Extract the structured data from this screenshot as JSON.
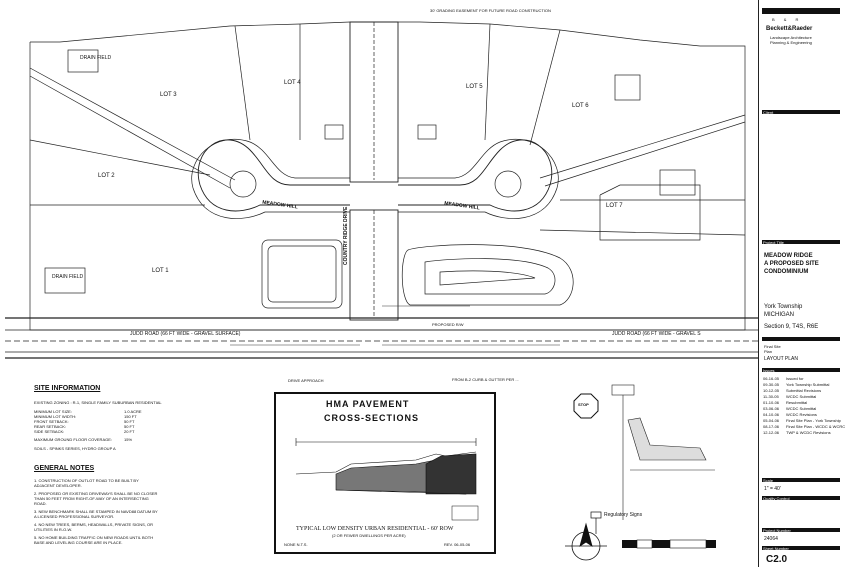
{
  "firm": {
    "name": "Beckett&Raeder",
    "tagline": [
      "Landscape Architecture",
      "Planning & Engineering"
    ],
    "logo_letters": "B & R"
  },
  "project": {
    "title_label": "Project Title",
    "title_lines": [
      "MEADOW RIDGE",
      "A PROPOSED SITE",
      "CONDOMINIUM"
    ],
    "location_lines": [
      "York Township",
      "MICHIGAN"
    ],
    "section": "Section 9, T4S, R6E",
    "sheet_desc": [
      "Final Site",
      "Plan",
      "LAYOUT PLAN"
    ],
    "scale": "1\" = 40'",
    "job_number": "24064",
    "sheet_number": "C2.0",
    "client_label": "Client",
    "issues_label": "Issues",
    "scale_label": "Scale",
    "sheet_label": "Sheet Number",
    "job_label": "Project Number",
    "quality_label": "Quality Control"
  },
  "issues": [
    {
      "date": "06-16-05",
      "desc": "Issued for"
    },
    {
      "date": "09-30-05",
      "desc": "York Township Submittal"
    },
    {
      "date": "10-12-05",
      "desc": "Submittal Revisions"
    },
    {
      "date": "11-30-05",
      "desc": "WCDC Submittal"
    },
    {
      "date": "01-10-06",
      "desc": "Resubmittal"
    },
    {
      "date": "03-06-06",
      "desc": "WCDC Submittal"
    },
    {
      "date": "04-10-06",
      "desc": "WCDC Revisions"
    },
    {
      "date": "05-04-06",
      "desc": "Final Site Plan - York Township"
    },
    {
      "date": "08-17-06",
      "desc": "Final Site Plan - WCDC & WCRC"
    },
    {
      "date": "12-12-06",
      "desc": "TWP & WCDC Revisions"
    }
  ],
  "lots": [
    "LOT 1",
    "LOT 2",
    "LOT 3",
    "LOT 4",
    "LOT 5",
    "LOT 6",
    "LOT 7"
  ],
  "labels": {
    "meadow_hill_left": "MEADOW HILL",
    "meadow_hill_right": "MEADOW HILL",
    "country_ridge": "COUNTRY RIDGE DRIVE",
    "judd_road_left": "JUDD ROAD (66 FT WIDE - GRAVEL SURFACE)",
    "judd_road_right": "JUDD ROAD (66 FT WIDE - GRAVEL S",
    "proposed_row": "PROPOSED R/W",
    "drive_approach": "DRIVE APPROACH",
    "stop": "STOP",
    "regulatory_signs": "Regulatory Signs",
    "easement_note": "30' GRADING EASEMENT FOR FUTURE ROAD CONSTRUCTION",
    "drain_field": "DRAIN FIELD"
  },
  "site_info": {
    "heading": "SITE INFORMATION",
    "zoning": "EXISTING ZONING : R-1, SINGLE FAMILY SUBURBAN RESIDENTIAL",
    "rows": [
      {
        "k": "MINIMUM LOT SIZE:",
        "v": "1.0 ACRE"
      },
      {
        "k": "MINIMUM LOT WIDTH:",
        "v": "150 FT"
      },
      {
        "k": "FRONT SETBACK:",
        "v": "50 FT"
      },
      {
        "k": "REAR SETBACK:",
        "v": "50 FT"
      },
      {
        "k": "SIDE SETBACK:",
        "v": "20 FT"
      }
    ],
    "coverage": {
      "k": "MAXIMUM GROUND FLOOR COVERAGE:",
      "v": "15%"
    },
    "soils": "SOILS - SPINKS SERIES, HYDRO GROUP A"
  },
  "general_notes": {
    "heading": "GENERAL NOTES",
    "notes": [
      "1. CONSTRUCTION OF OUTLOT ROAD TO BE BUILT BY",
      "   ADJACENT DEVELOPER.",
      "2. PROPOSED OR EXISTING DRIVEWAYS SHALL BE NO CLOSER",
      "   THAN 50 FEET FROM RIGHT-OF-WAY OF AN INTERSECTING",
      "   ROAD.",
      "3. NEW BENCHMARK SHALL BE STAMPED IN NAVD88 DATUM BY",
      "   A LICENSED PROFESSIONAL SURVEYOR.",
      "4. NO NEW TREES, BERMS, HEADWALLS, PRIVATE SIGNS, OR",
      "   UTILITIES IN R-O-W.",
      "5. NO HOME BUILDING TRAFFIC ON NEW ROADS UNTIL BOTH",
      "   BASE AND LEVELING COURSE ARE IN PLACE."
    ]
  },
  "detail": {
    "title_line1": "HMA PAVEMENT",
    "title_line2": "CROSS-SECTIONS",
    "caption": "TYPICAL LOW DENSITY URBAN RESIDENTIAL - 60' ROW",
    "subcaption": "(2 OR FEWER DWELLINGS PER ACRE)",
    "scale_note": "NONE N.T.S.",
    "rev_note": "REV. 06-05-06"
  },
  "curb_note": "FROM B-2 CURB & GUTTER PER ...",
  "colors": {
    "ink": "#111111",
    "paper": "#ffffff",
    "hatch": "#555555"
  }
}
